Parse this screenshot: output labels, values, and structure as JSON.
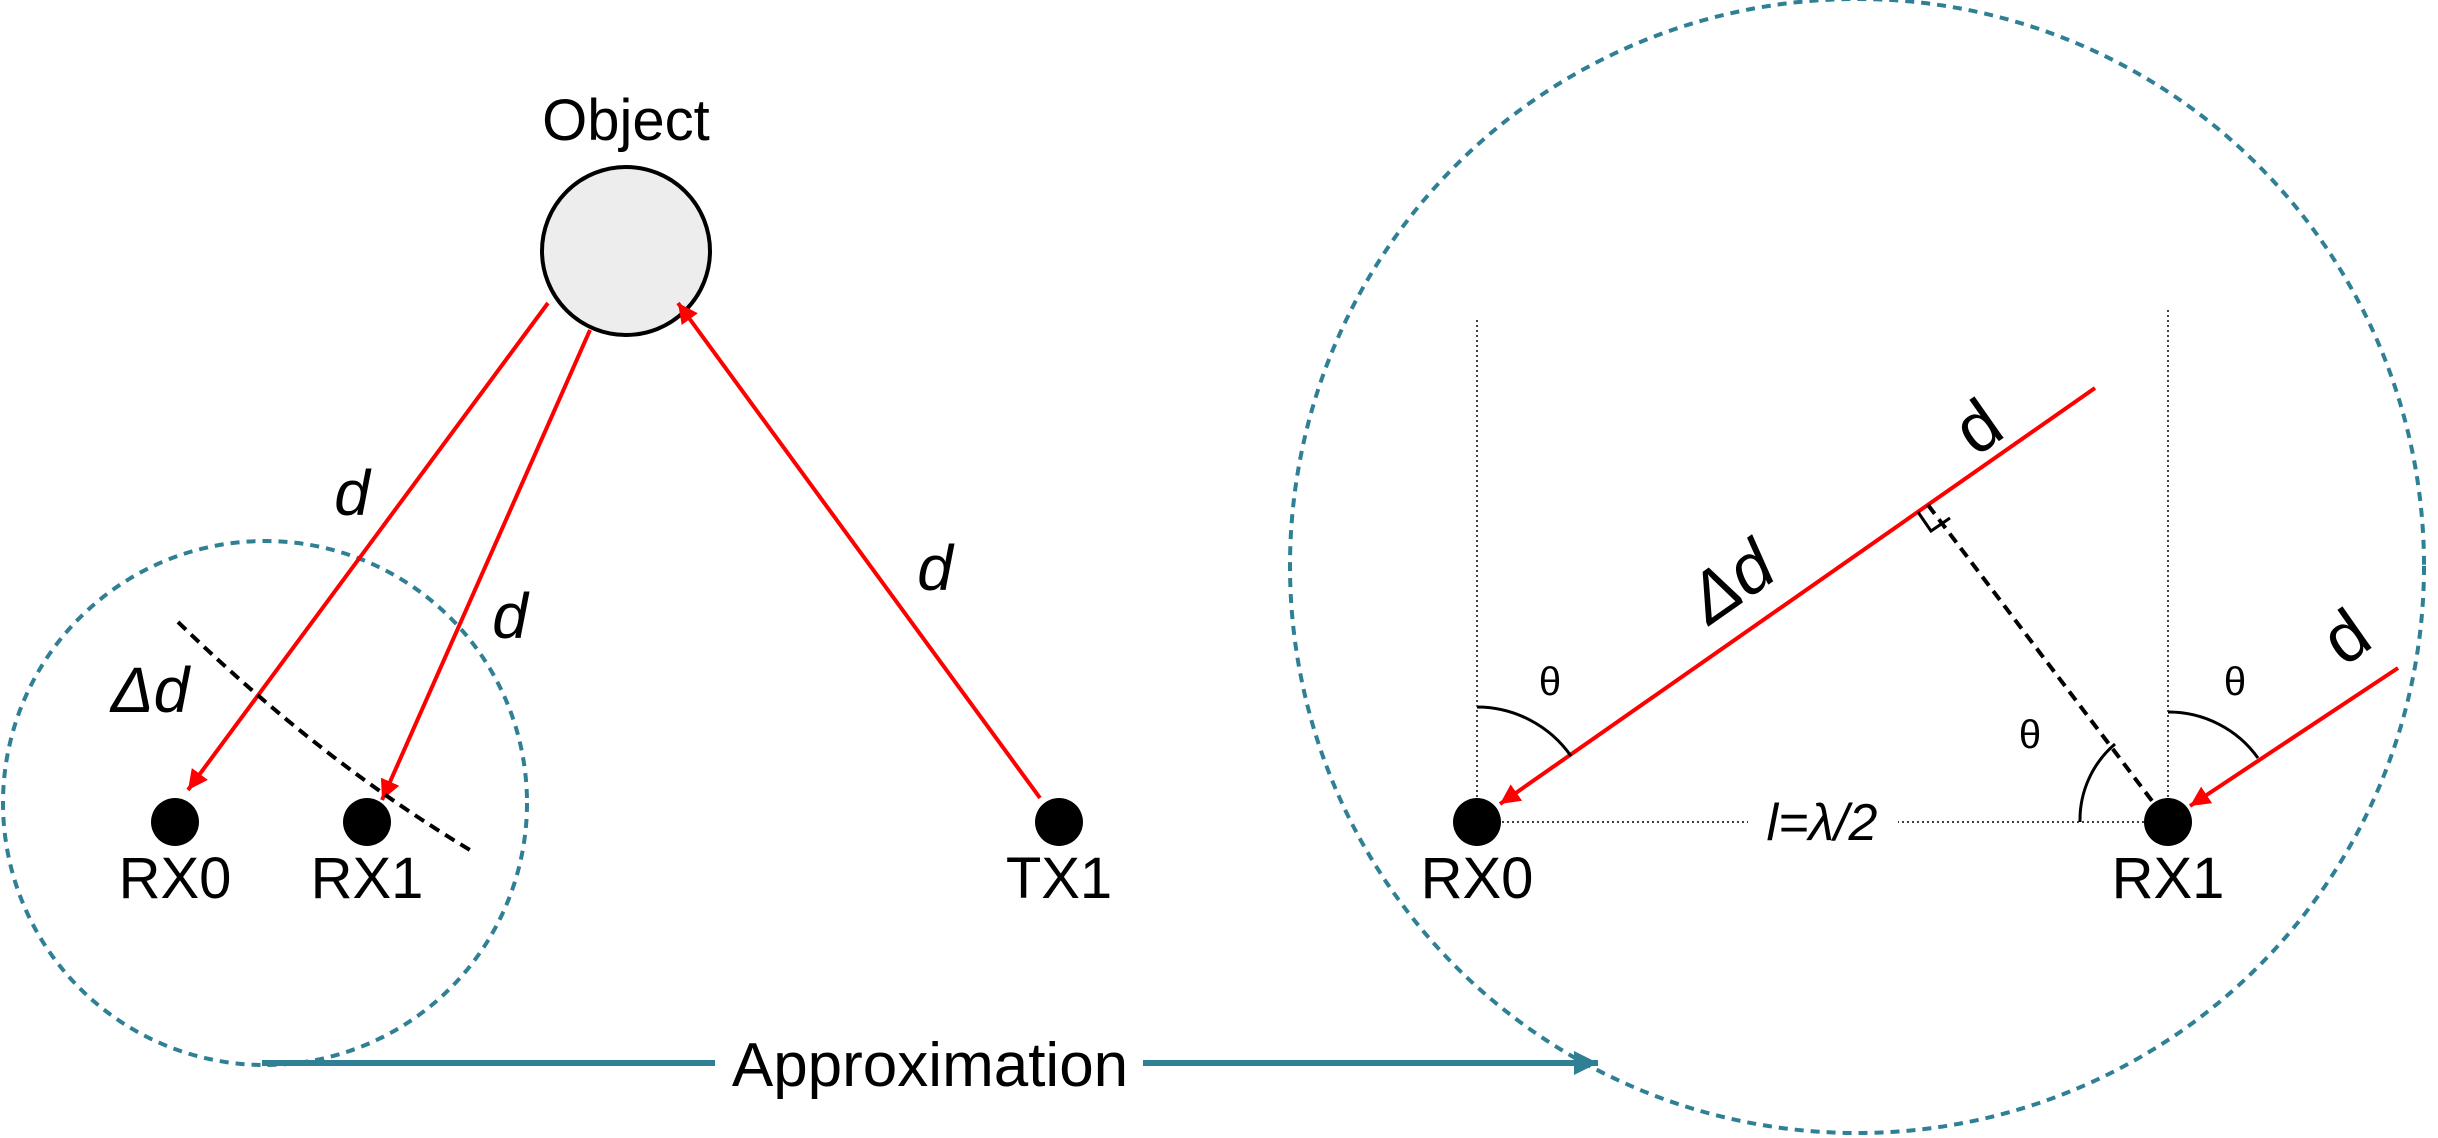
{
  "colors": {
    "signal": "#ff0000",
    "region": "#2f7f95",
    "node": "#000000",
    "object_fill": "#ededed"
  },
  "left": {
    "object_label": "Object",
    "path_label_1": "d",
    "path_label_2": "d",
    "path_label_tx": "d",
    "delta_label": "Δd",
    "rx0_label": "RX0",
    "rx1_label": "RX1",
    "tx1_label": "TX1"
  },
  "arrow_label": "Approximation",
  "right": {
    "d_top_label": "d",
    "d_right_label": "d",
    "delta_label": "Δd",
    "theta_left": "θ",
    "theta_mid": "θ",
    "theta_right": "θ",
    "spacing_label": "l=λ/2",
    "rx0_label": "RX0",
    "rx1_label": "RX1"
  }
}
